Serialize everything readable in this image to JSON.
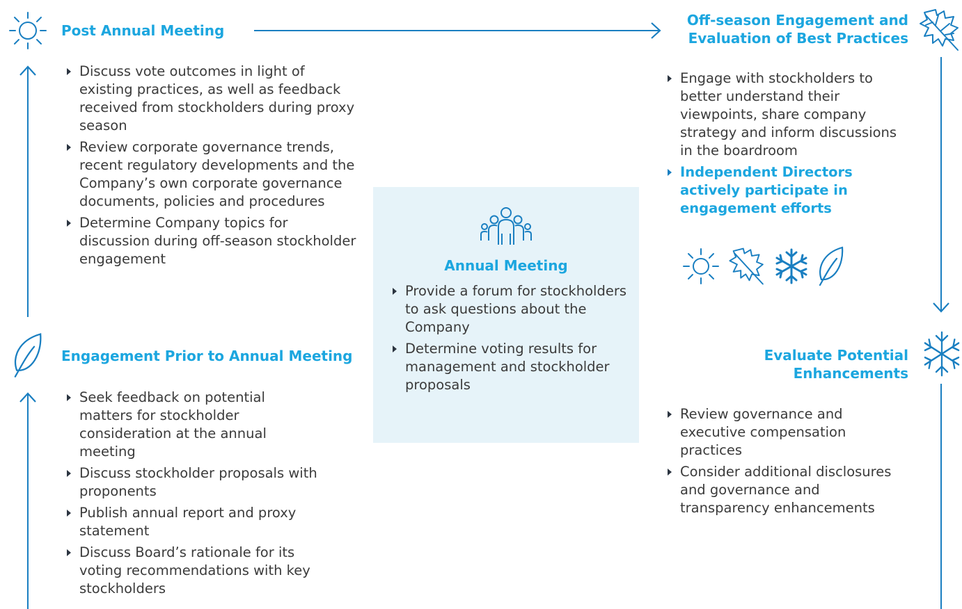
{
  "post_annual": {
    "heading": "Post Annual Meeting",
    "items": [
      "Discuss vote outcomes in light of existing practices, as well as feedback received from stockholders during proxy season",
      "Review corporate governance trends, recent regulatory developments and the Company’s own corporate governance documents, policies and procedures",
      "Determine Company topics for discussion during off-season stockholder engagement"
    ]
  },
  "off_season": {
    "heading_line1": "Off-season Engagement and",
    "heading_line2": "Evaluation of Best Practices",
    "items": [
      "Engage with stockholders to better understand their viewpoints, share company strategy and inform discussions in the boardroom"
    ],
    "highlight": "Independent Directors actively participate in engagement efforts"
  },
  "annual_meeting": {
    "heading": "Annual Meeting",
    "items": [
      "Provide a forum for stockholders to ask questions about the Company",
      "Determine voting results for management and stockholder proposals"
    ]
  },
  "prior_annual": {
    "heading": "Engagement Prior to Annual Meeting",
    "items": [
      "Seek feedback on potential matters for stockholder consideration at the annual meeting",
      "Discuss stockholder proposals with proponents",
      "Publish annual report and proxy statement",
      "Discuss Board’s rationale for its voting recommendations with key stockholders"
    ]
  },
  "evaluate": {
    "heading_line1": "Evaluate Potential",
    "heading_line2": "Enhancements",
    "items": [
      "Review governance and executive compensation practices",
      "Consider additional disclosures and governance and transparency enhancements"
    ]
  },
  "colors": {
    "accent": "#1ca6df",
    "line": "#1a7fc1",
    "panel_bg": "#e6f3f9",
    "text": "#3b3b3b"
  },
  "icons": [
    "sun-icon",
    "leaf-maple-icon",
    "snowflake-icon",
    "leaf-icon",
    "people-group-icon"
  ]
}
